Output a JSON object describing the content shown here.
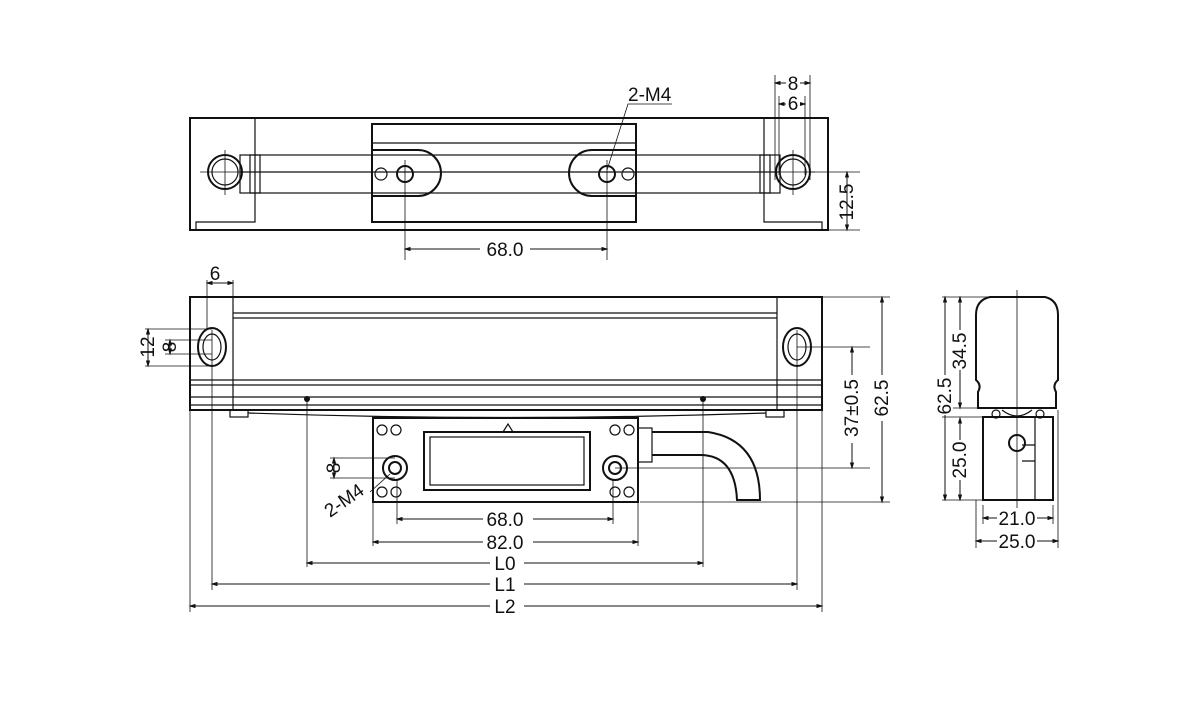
{
  "top_view": {
    "dim_hole_spacing": "68.0",
    "thread_label": "2-M4",
    "dim_outer": "8",
    "dim_inner": "6",
    "dim_height": "12.5"
  },
  "front_view": {
    "dim_end_width": "6",
    "dim_slot_outer": "12",
    "dim_slot_inner": "8",
    "dim_head_hole": "8",
    "thread_label": "2-M4",
    "dim_hole_spacing": "68.0",
    "dim_head_length": "82.0",
    "dim_l0": "L0",
    "dim_l1": "L1",
    "dim_l2": "L2",
    "dim_offset": "37±0.5",
    "dim_total_height": "62.5"
  },
  "side_view": {
    "dim_total_height": "62.5",
    "dim_scale_height": "34.5",
    "dim_head_height": "25.0",
    "dim_inner_width": "21.0",
    "dim_outer_width": "25.0"
  }
}
